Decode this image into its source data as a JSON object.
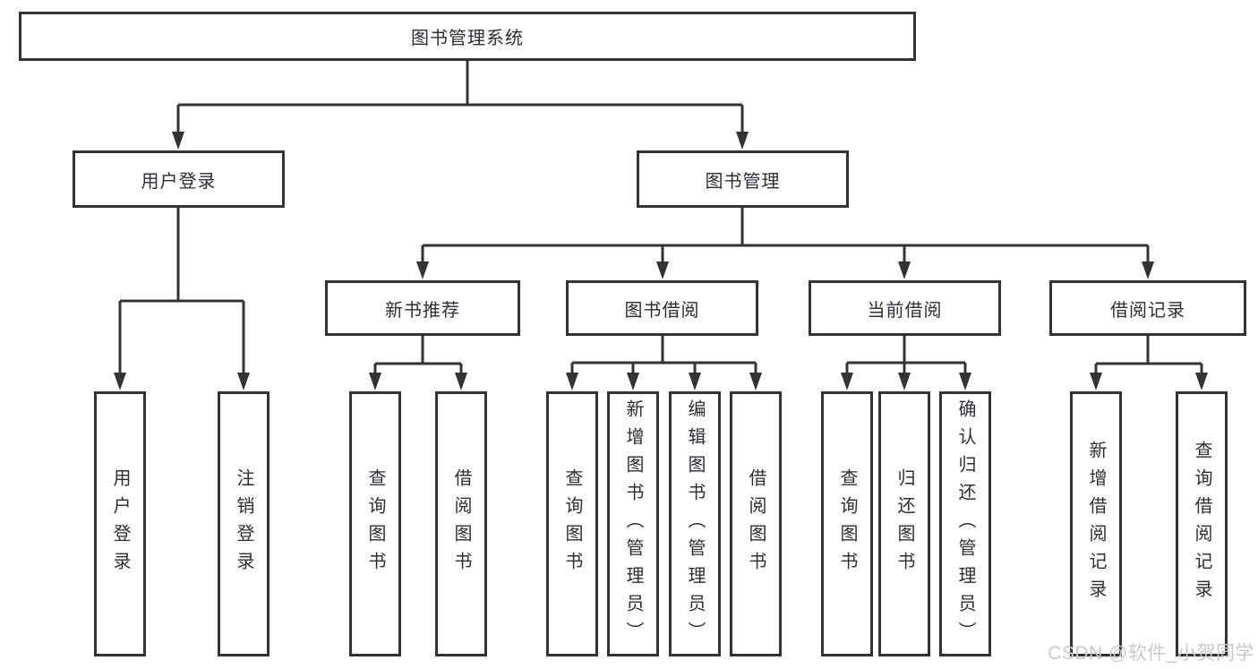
{
  "tree": {
    "root": "图书管理系统",
    "branches": [
      {
        "label": "用户登录",
        "children": [
          "用户登录",
          "注销登录"
        ]
      },
      {
        "label": "图书管理",
        "sections": [
          {
            "label": "新书推荐",
            "children": [
              "查询图书",
              "借阅图书"
            ]
          },
          {
            "label": "图书借阅",
            "children": [
              "查询图书",
              "新增图书（管理员）",
              "编辑图书（管理员）",
              "借阅图书"
            ]
          },
          {
            "label": "当前借阅",
            "children": [
              "查询图书",
              "归还图书",
              "确认归还（管理员）"
            ]
          },
          {
            "label": "借阅记录",
            "children": [
              "新增借阅记录",
              "查询借阅记录"
            ]
          }
        ]
      }
    ]
  },
  "watermark": {
    "text": "CSDN @软件_小贺同学"
  },
  "colors": {
    "line": "#333333",
    "box_border": "#333333",
    "box_background": "#ffffff",
    "text": "#2e2e33",
    "watermark": "#c9c9c9",
    "background": "#ffffff"
  }
}
